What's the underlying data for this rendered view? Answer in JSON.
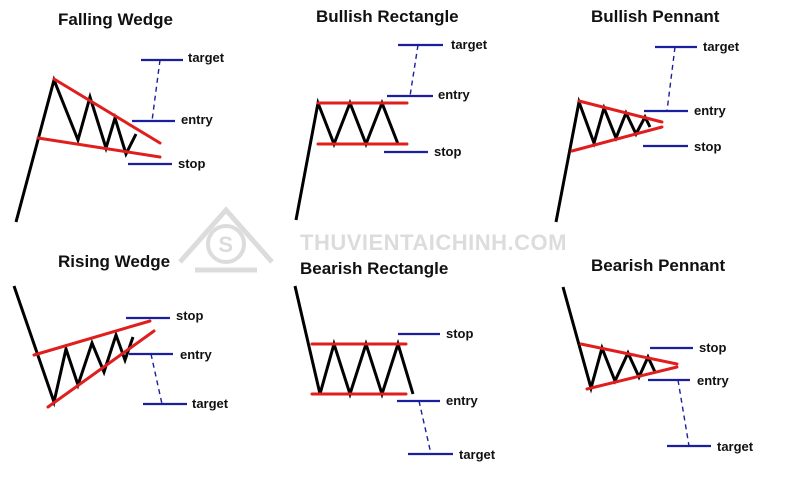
{
  "patterns": [
    {
      "title": "Falling Wedge",
      "labels": [
        "target",
        "entry",
        "stop"
      ]
    },
    {
      "title": "Bullish Rectangle",
      "labels": [
        "target",
        "entry",
        "stop"
      ]
    },
    {
      "title": "Bullish Pennant",
      "labels": [
        "target",
        "entry",
        "stop"
      ]
    },
    {
      "title": "Rising Wedge",
      "labels": [
        "stop",
        "entry",
        "target"
      ]
    },
    {
      "title": "Bearish Rectangle",
      "labels": [
        "stop",
        "entry",
        "target"
      ]
    },
    {
      "title": "Bearish Pennant",
      "labels": [
        "stop",
        "entry",
        "target"
      ]
    }
  ],
  "watermark": {
    "text": "THUVIENTAICHINH.COM",
    "logo_text": "S"
  },
  "colors": {
    "price": "#000000",
    "trendline": "#e01e1e",
    "level": "#1a1f9e",
    "watermark": "#d9d9d9"
  }
}
